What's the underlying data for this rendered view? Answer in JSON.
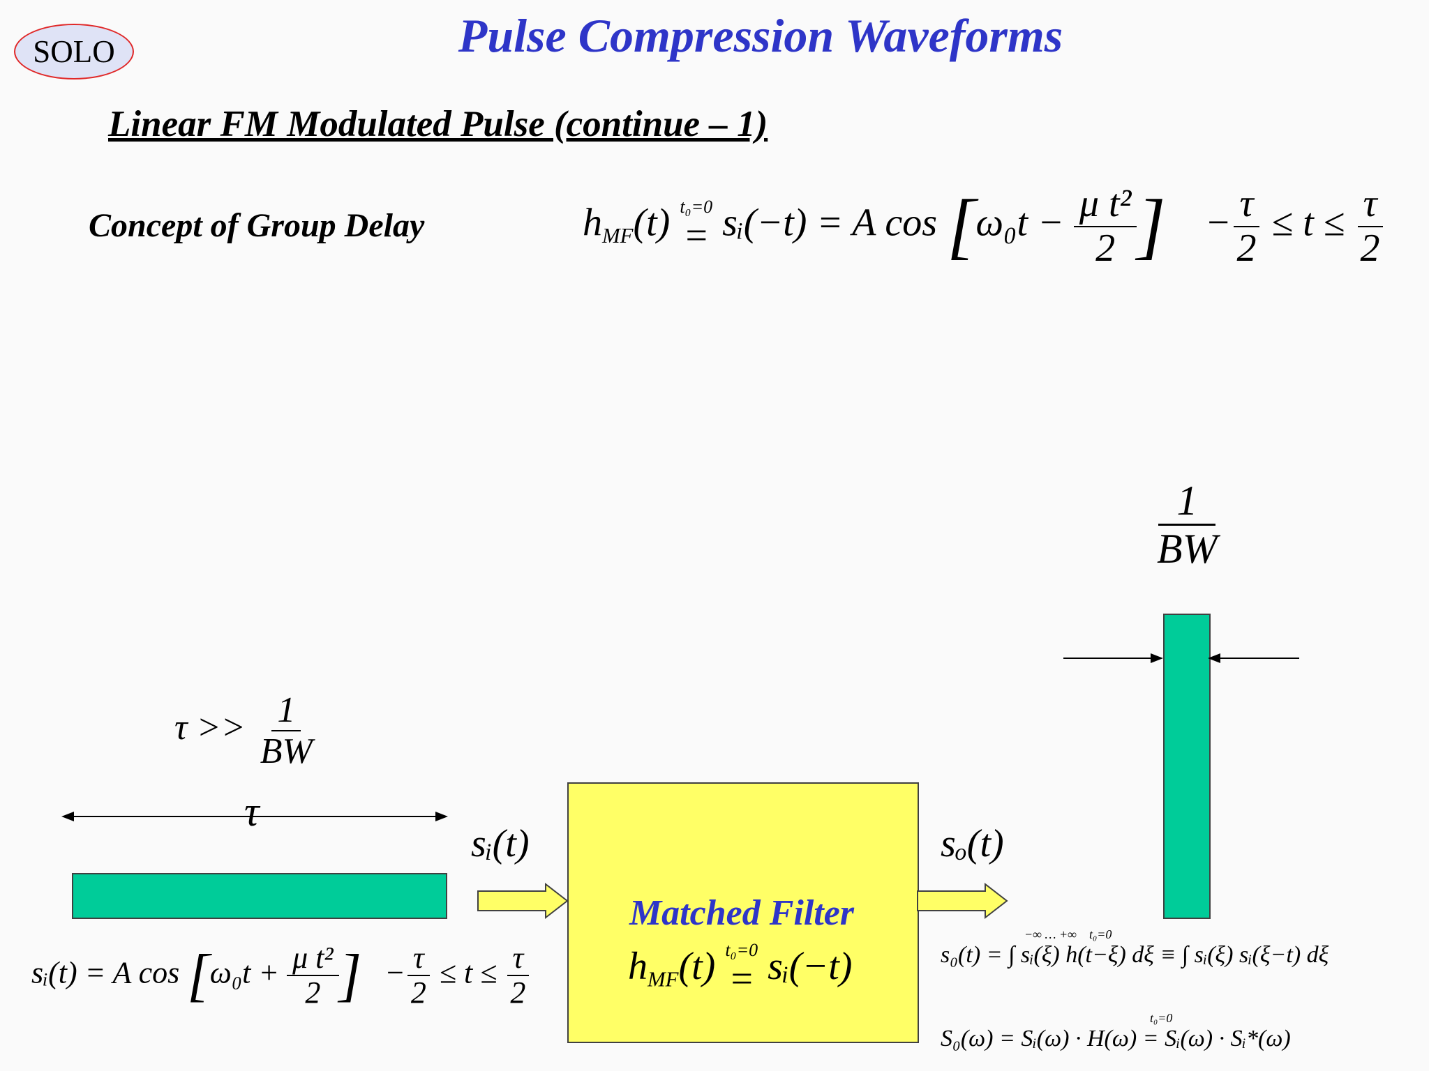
{
  "header": {
    "logo": "SOLO",
    "title": "Pulse Compression Waveforms",
    "subtitle": "Linear FM Modulated Pulse (continue – 1)"
  },
  "concept_label": "Concept of Group Delay",
  "matched_filter_formula": {
    "lhs": "h",
    "lhs_sub": "MF",
    "arg": "(t)",
    "cond": "t₀=0",
    "rhs1": "sᵢ(−t) = A cos",
    "phase": "ω₀t −",
    "phase_num": "μ t²",
    "phase_den": "2",
    "range_pre": "−",
    "range_tau": "τ",
    "range_two": "2",
    "range_mid": "≤ t ≤"
  },
  "output_width": {
    "num": "1",
    "den": "BW"
  },
  "input_width_condition": {
    "lhs": "τ >>",
    "num": "1",
    "den": "BW"
  },
  "input_width_label": "τ",
  "block": {
    "title": "Matched Filter",
    "eq_lhs": "h",
    "eq_lhs_sub": "MF",
    "eq_arg": "(t)",
    "eq_cond": "t₀=0",
    "eq_rhs": "sᵢ(−t)"
  },
  "signals": {
    "input": "sᵢ(t)",
    "output": "sₒ(t)"
  },
  "input_formula": {
    "lhs": "sᵢ(t) = A cos",
    "phase": "ω₀t +",
    "phase_num": "μ t²",
    "phase_den": "2",
    "range_pre": "−",
    "range_tau": "τ",
    "range_two": "2",
    "range_mid": "≤ t ≤"
  },
  "output_formulas": {
    "time": "s₀(t) = ∫ sᵢ(ξ) h(t−ξ) dξ ≡ ∫ sᵢ(ξ) sᵢ(ξ−t) dξ",
    "time_limits": "−∞ … +∞",
    "time_cond": "t₀=0",
    "freq": "S₀(ω) = Sᵢ(ω) · H(ω) = Sᵢ(ω) · Sᵢ*(ω)",
    "freq_cond": "t₀=0"
  },
  "colors": {
    "title_blue": "#2e35c8",
    "pulse_green": "#00cc99",
    "filter_yellow": "#ffff66",
    "logo_red": "#e02828"
  }
}
